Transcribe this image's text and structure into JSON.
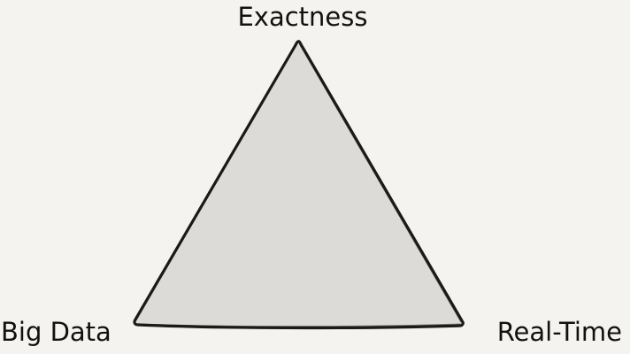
{
  "diagram": {
    "labels": {
      "top": "Exactness",
      "bottom_left": "Big Data",
      "bottom_right": "Real-Time"
    },
    "colors": {
      "background": "#f4f3ef",
      "triangle_fill": "#dcdbd7",
      "outline": "#1a1a1a",
      "text": "#111111"
    }
  }
}
